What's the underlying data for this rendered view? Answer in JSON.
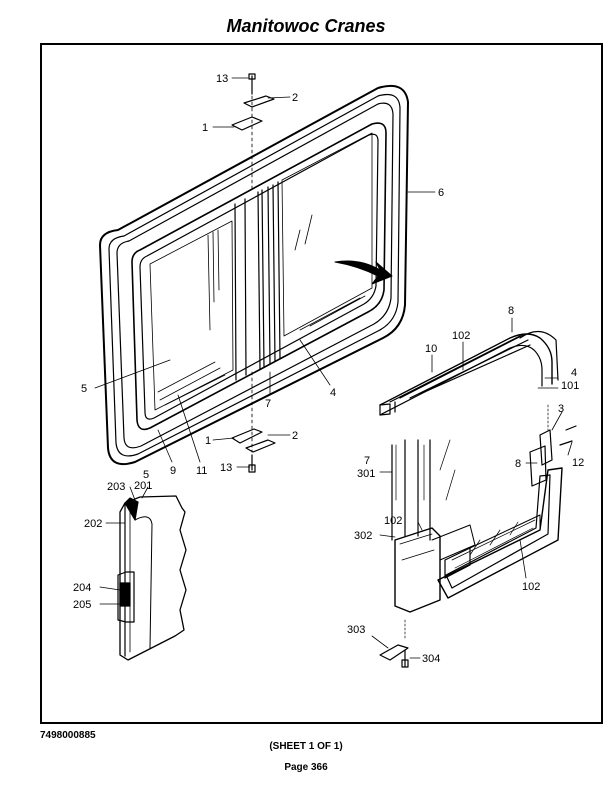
{
  "header": {
    "title": "Manitowoc Cranes"
  },
  "footer": {
    "part_number": "7498000885",
    "sheet": "(SHEET 1 OF 1)",
    "page": "Page 366"
  },
  "callouts": {
    "main": [
      "13",
      "2",
      "1",
      "6",
      "5",
      "7",
      "4",
      "9",
      "11",
      "1",
      "2",
      "13"
    ],
    "detail_right": [
      "8",
      "102",
      "10",
      "4",
      "101",
      "3",
      "12",
      "8",
      "7",
      "301",
      "102",
      "302",
      "102",
      "303",
      "304"
    ],
    "detail_left": [
      "5",
      "203",
      "201",
      "202",
      "204",
      "205"
    ]
  }
}
